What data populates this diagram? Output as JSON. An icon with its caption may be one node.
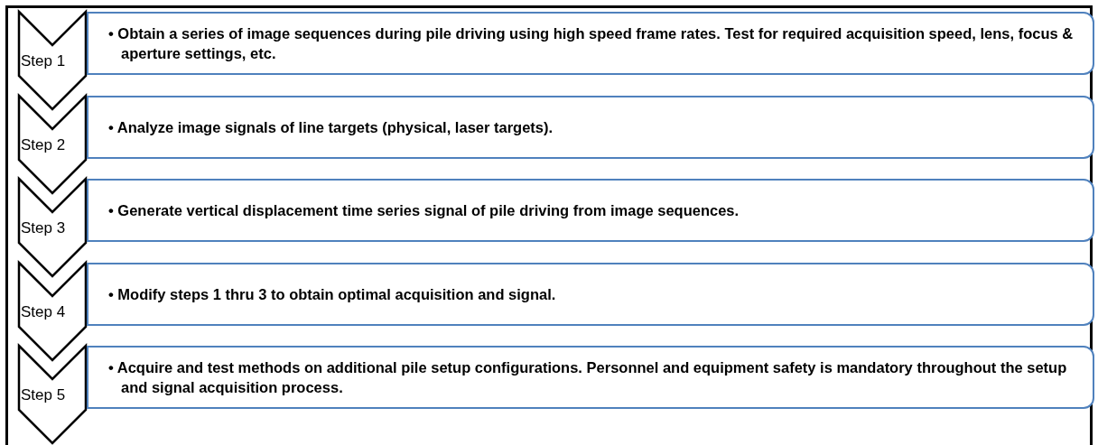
{
  "diagram": {
    "nodes": [
      {
        "text": [
          "Step 1"
        ]
      },
      {
        "text": [
          "• Obtain a series of image sequences during pile driving using high speed frame rates. Test for required acquisition speed, lens, focus & aperture settings, etc."
        ]
      },
      {
        "text": [
          "Step 2"
        ]
      },
      {
        "text": [
          "• Analyze image signals of line targets (physical, laser targets)."
        ]
      },
      {
        "text": [
          "Step 3"
        ]
      },
      {
        "text": [
          "• Generate vertical displacement time series signal of pile driving from image sequences."
        ]
      },
      {
        "text": [
          "Step 4"
        ]
      },
      {
        "text": [
          "• Modify steps 1 thru 3 to obtain optimal acquisition and signal."
        ]
      },
      {
        "text": [
          "Step 5"
        ]
      },
      {
        "text": [
          "• Acquire and test methods on additional pile setup configurations. Personnel and equipment safety is mandatory throughout the setup and signal acquisition process."
        ]
      }
    ]
  }
}
